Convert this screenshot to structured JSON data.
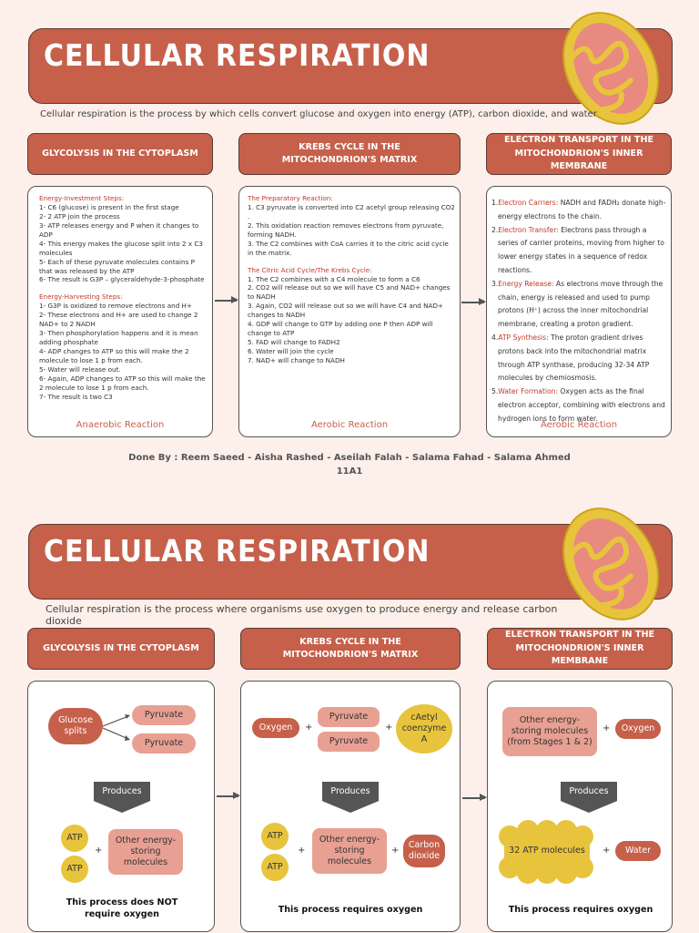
{
  "colors": {
    "background": "#fdefea",
    "banner": "#c6604a",
    "pill": "#e8a093",
    "yellow": "#e8c43c",
    "accent_text": "#c0392b"
  },
  "icons": [
    "mitochondrion-icon"
  ],
  "top": {
    "title": "CELLULAR RESPIRATION",
    "intro": "Cellular respiration is the process by which cells convert glucose and oxygen into energy (ATP), carbon dioxide, and water",
    "headers": [
      "GLYCOLYSIS IN THE CYTOPLASM",
      "KREBS CYCLE IN THE MITOCHONDRION'S MATRIX",
      "ELECTRON TRANSPORT IN THE MITOCHONDRION'S INNER MEMBRANE"
    ],
    "glycolysis": {
      "heading1": "Energy-Investment Steps:",
      "steps1": [
        "1- C6 (glucose) is present in the first stage",
        "2- 2 ATP join the process",
        "3- ATP releases energy and P when it changes to ADP",
        "4- This energy makes the glucose split into 2 x C3 molecules",
        "5- Each of these pyruvate molecules contains P that was released by the ATP",
        "6- The result is G3P – glyceraldehyde-3-phosphate"
      ],
      "heading2": "Energy-Harvesting Steps:",
      "steps2": [
        "1- G3P is oxidized to remove electrons and H+",
        "2- These electrons and H+ are used to change 2 NAD+ to 2 NADH",
        "3- Then phosphorylation happens and it is mean adding phosphate",
        "4- ADP changes to ATP so this will make the 2 molecule to lose 1 p from each.",
        "5- Water will release out.",
        "6- Again, ADP changes to ATP so this will make the 2 molecule to lose 1 p from each.",
        "7- The result is two C3"
      ],
      "footer": "Anaerobic Reaction"
    },
    "krebs": {
      "heading1": "The Preparatory Reaction:",
      "steps1": [
        "1. C3 pyruvate is converted into C2 acetyl group releasing CO2 .",
        "2. This oxidation reaction removes electrons from pyruvate, forming NADH.",
        "3. The C2 combines with CoA carries it to the citric acid cycle in the matrix."
      ],
      "heading2": "The Citric Acid Cycle/The Krebs Cycle:",
      "steps2": [
        "1. The C2 combines with a C4 molecule to form a C6",
        "2. CO2 will release out so we will have C5 and NAD+ changes to NADH",
        "3. Again, CO2 will release out so we will have C4 and NAD+ changes to NADH",
        "4. GDP will change to GTP by adding one P then ADP will change to ATP",
        "5. FAD will change to FADH2",
        "6. Water will join the cycle",
        "7. NAD+ will change to NADH"
      ],
      "footer": "Aerobic Reaction"
    },
    "electron": {
      "items": [
        {
          "num": "1.",
          "label": "Electron Carriers:",
          "text": " NADH and FADH₂ donate high-energy electrons to the chain."
        },
        {
          "num": "2.",
          "label": "Electron Transfer:",
          "text": " Electrons pass through a series of carrier proteins, moving from higher to lower energy states in a sequence of redox reactions."
        },
        {
          "num": "3.",
          "label": "Energy Release:",
          "text": " As electrons move through the chain, energy is released and used to pump protons (H⁺) across the inner mitochondrial membrane, creating a proton gradient."
        },
        {
          "num": "4.",
          "label": "ATP Synthesis:",
          "text": " The proton gradient drives protons back into the mitochondrial matrix through ATP synthase, producing 32-34 ATP molecules by chemiosmosis."
        },
        {
          "num": "5.",
          "label": "Water Formation:",
          "text": " Oxygen acts as the final electron acceptor, combining with electrons and hydrogen ions to form water."
        }
      ],
      "footer": "Aerobic Reaction"
    },
    "credits": "Done By : Reem Saeed - Aisha Rashed - Aseilah Falah - Salama Fahad - Salama Ahmed",
    "class": "11A1"
  },
  "bottom": {
    "title": "CELLULAR RESPIRATION",
    "intro": "Cellular respiration is the process where organisms use oxygen to produce energy and release carbon dioxide",
    "headers": [
      "GLYCOLYSIS IN THE CYTOPLASM",
      "KREBS CYCLE IN THE MITOCHONDRION'S MATRIX",
      "ELECTRON TRANSPORT IN THE MITOCHONDRION'S INNER MEMBRANE"
    ],
    "produces": "Produces",
    "plus": "+",
    "glycolysis": {
      "glucose": "Glucose splits",
      "pyruvate": "Pyruvate",
      "atp": "ATP",
      "other": "Other energy-storing molecules",
      "note": "This process does NOT require oxygen"
    },
    "krebs": {
      "oxygen": "Oxygen",
      "pyruvate": "Pyruvate",
      "coenzyme": "cAetyl coenzyme A",
      "atp": "ATP",
      "other": "Other energy-storing molecules",
      "co2": "Carbon dioxide",
      "note": "This process requires oxygen"
    },
    "electron": {
      "other": "Other energy-storing molecules (from Stages 1 & 2)",
      "oxygen": "Oxygen",
      "atp32": "32 ATP molecules",
      "water": "Water",
      "note": "This process requires oxygen"
    }
  }
}
